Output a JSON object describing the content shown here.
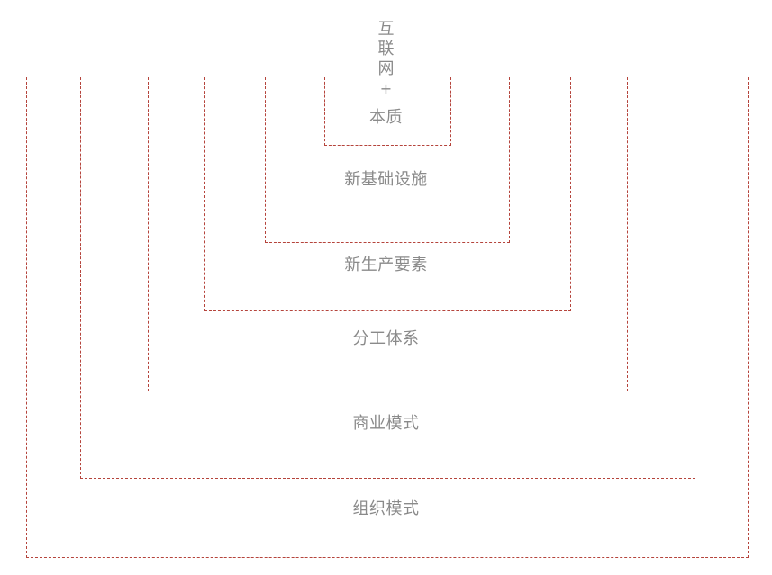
{
  "diagram": {
    "top_title_chars": [
      "互",
      "联",
      "网",
      "+"
    ],
    "layers": [
      {
        "id": "core",
        "label": "本质"
      },
      {
        "id": "infrastructure",
        "label": "新基础设施"
      },
      {
        "id": "production",
        "label": "新生产要素"
      },
      {
        "id": "division",
        "label": "分工体系"
      },
      {
        "id": "business",
        "label": "商业模式"
      },
      {
        "id": "organization",
        "label": "组织模式"
      }
    ],
    "colors": {
      "border": "#b5443c",
      "text": "#8a8a8a"
    }
  }
}
